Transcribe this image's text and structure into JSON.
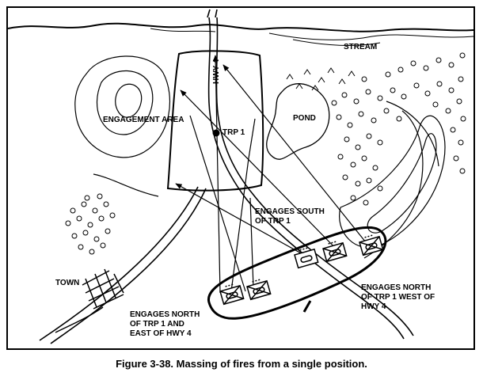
{
  "labels": {
    "stream": "STREAM",
    "pond": "POND",
    "engagement_area": "ENGAGEMENT AREA",
    "hwy": "HWY 4",
    "trp": "TRP 1",
    "town": "TOWN",
    "engages_south": [
      "ENGAGES SOUTH",
      "OF TRP 1"
    ],
    "engages_north_west": [
      "ENGAGES NORTH",
      "OF TRP 1 WEST OF",
      "HWY 4"
    ],
    "engages_north_east": [
      "ENGAGES NORTH",
      "OF TRP 1 AND",
      "EAST OF HWY 4"
    ]
  },
  "caption": "Figure 3-38.  Massing of fires from a single position.",
  "colors": {
    "ink": "#000000",
    "paper": "#ffffff"
  }
}
